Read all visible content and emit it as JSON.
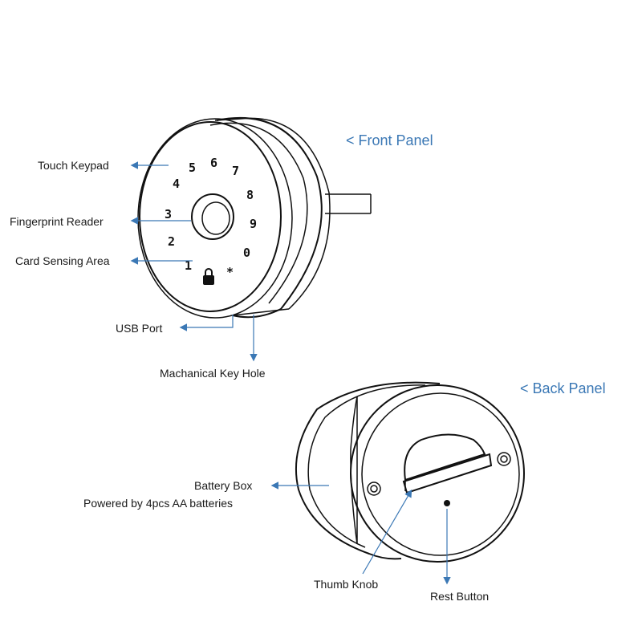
{
  "front_panel": {
    "title": "< Front Panel",
    "keypad_keys": [
      "5",
      "6",
      "7",
      "4",
      "8",
      "3",
      "9",
      "2",
      "0",
      "1",
      "*"
    ],
    "labels": {
      "touch_keypad": "Touch Keypad",
      "fingerprint_reader": "Fingerprint Reader",
      "card_sensing_area": "Card Sensing Area",
      "usb_port": "USB Port",
      "key_hole": "Machanical Key Hole"
    }
  },
  "back_panel": {
    "title": "< Back Panel",
    "labels": {
      "battery_box": "Battery Box",
      "battery_note": "Powered by 4pcs AA batteries",
      "thumb_knob": "Thumb Knob",
      "reset_button": "Rest Button"
    }
  },
  "colors": {
    "accent": "#3b78b5",
    "line": "#111111"
  }
}
